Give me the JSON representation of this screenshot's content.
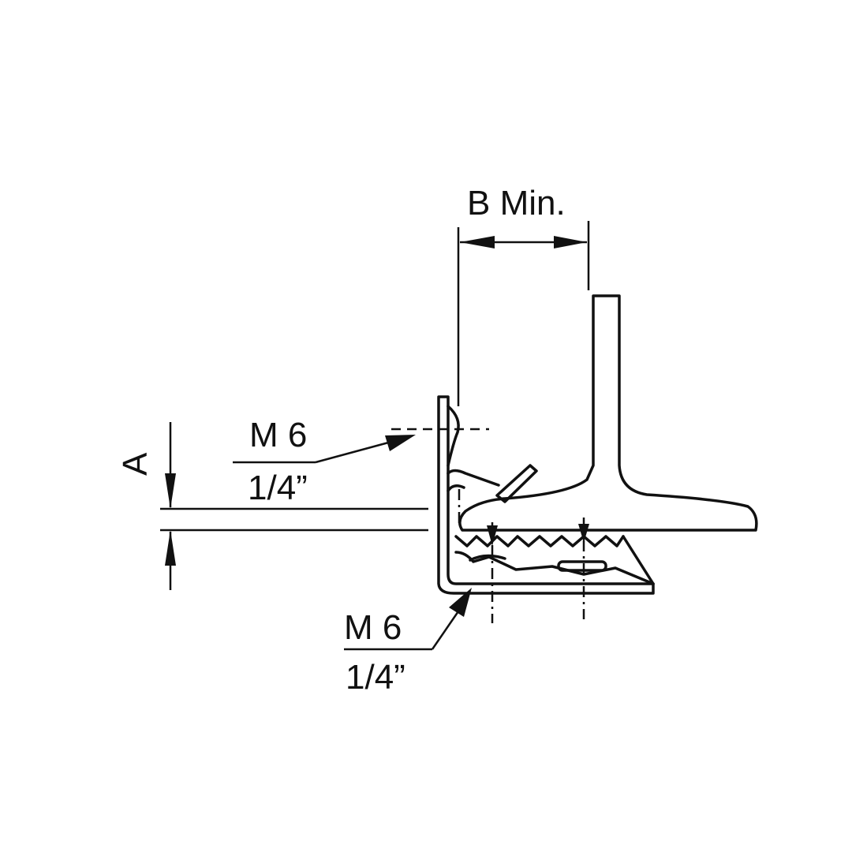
{
  "labels": {
    "dim_b": "B Min.",
    "dim_a": "A",
    "thread_top_metric": "M 6",
    "thread_top_imperial": "1/4”",
    "thread_bottom_metric": "M 6",
    "thread_bottom_imperial": "1/4”"
  }
}
